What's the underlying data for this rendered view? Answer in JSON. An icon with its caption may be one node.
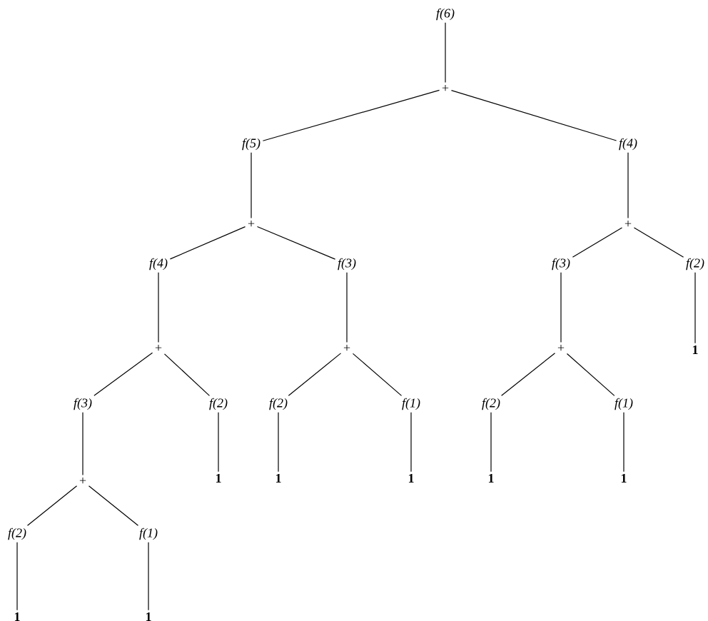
{
  "diagram": {
    "nodes": [
      {
        "text": [
          "f(6)"
        ]
      },
      {
        "text": [
          "+"
        ]
      },
      {
        "text": [
          "f(5)"
        ]
      },
      {
        "text": [
          "f(4)"
        ]
      },
      {
        "text": [
          "+"
        ]
      },
      {
        "text": [
          "+"
        ]
      },
      {
        "text": [
          "f(4)"
        ]
      },
      {
        "text": [
          "f(3)"
        ]
      },
      {
        "text": [
          "f(3)"
        ]
      },
      {
        "text": [
          "f(2)"
        ]
      },
      {
        "text": [
          "+"
        ]
      },
      {
        "text": [
          "+"
        ]
      },
      {
        "text": [
          "+"
        ]
      },
      {
        "text": [
          "1"
        ]
      },
      {
        "text": [
          "f(3)"
        ]
      },
      {
        "text": [
          "f(2)"
        ]
      },
      {
        "text": [
          "f(2)"
        ]
      },
      {
        "text": [
          "f(1)"
        ]
      },
      {
        "text": [
          "f(2)"
        ]
      },
      {
        "text": [
          "f(1)"
        ]
      },
      {
        "text": [
          "1"
        ]
      },
      {
        "text": [
          "1"
        ]
      },
      {
        "text": [
          "1"
        ]
      },
      {
        "text": [
          "1"
        ]
      },
      {
        "text": [
          "1"
        ]
      },
      {
        "text": [
          "+"
        ]
      },
      {
        "text": [
          "f(2)"
        ]
      },
      {
        "text": [
          "f(1)"
        ]
      },
      {
        "text": [
          "1"
        ]
      },
      {
        "text": [
          "1"
        ]
      }
    ],
    "edges": [
      {
        "from": 0,
        "to": 1,
        "arrow": "none"
      },
      {
        "from": 1,
        "to": 2,
        "arrow": "none"
      },
      {
        "from": 1,
        "to": 3,
        "arrow": "none"
      },
      {
        "from": 2,
        "to": 4,
        "arrow": "none"
      },
      {
        "from": 3,
        "to": 5,
        "arrow": "none"
      },
      {
        "from": 4,
        "to": 6,
        "arrow": "none"
      },
      {
        "from": 4,
        "to": 7,
        "arrow": "none"
      },
      {
        "from": 5,
        "to": 8,
        "arrow": "none"
      },
      {
        "from": 5,
        "to": 9,
        "arrow": "none"
      },
      {
        "from": 6,
        "to": 10,
        "arrow": "none"
      },
      {
        "from": 7,
        "to": 11,
        "arrow": "none"
      },
      {
        "from": 8,
        "to": 12,
        "arrow": "none"
      },
      {
        "from": 9,
        "to": 13,
        "arrow": "none"
      },
      {
        "from": 10,
        "to": 14,
        "arrow": "none"
      },
      {
        "from": 10,
        "to": 15,
        "arrow": "none"
      },
      {
        "from": 11,
        "to": 16,
        "arrow": "none"
      },
      {
        "from": 11,
        "to": 17,
        "arrow": "none"
      },
      {
        "from": 12,
        "to": 18,
        "arrow": "none"
      },
      {
        "from": 12,
        "to": 19,
        "arrow": "none"
      },
      {
        "from": 14,
        "to": 25,
        "arrow": "none"
      },
      {
        "from": 15,
        "to": 20,
        "arrow": "none"
      },
      {
        "from": 16,
        "to": 21,
        "arrow": "none"
      },
      {
        "from": 17,
        "to": 22,
        "arrow": "none"
      },
      {
        "from": 18,
        "to": 23,
        "arrow": "none"
      },
      {
        "from": 19,
        "to": 24,
        "arrow": "none"
      },
      {
        "from": 25,
        "to": 26,
        "arrow": "none"
      },
      {
        "from": 25,
        "to": 27,
        "arrow": "none"
      },
      {
        "from": 26,
        "to": 28,
        "arrow": "none"
      },
      {
        "from": 27,
        "to": 29,
        "arrow": "none"
      }
    ]
  }
}
